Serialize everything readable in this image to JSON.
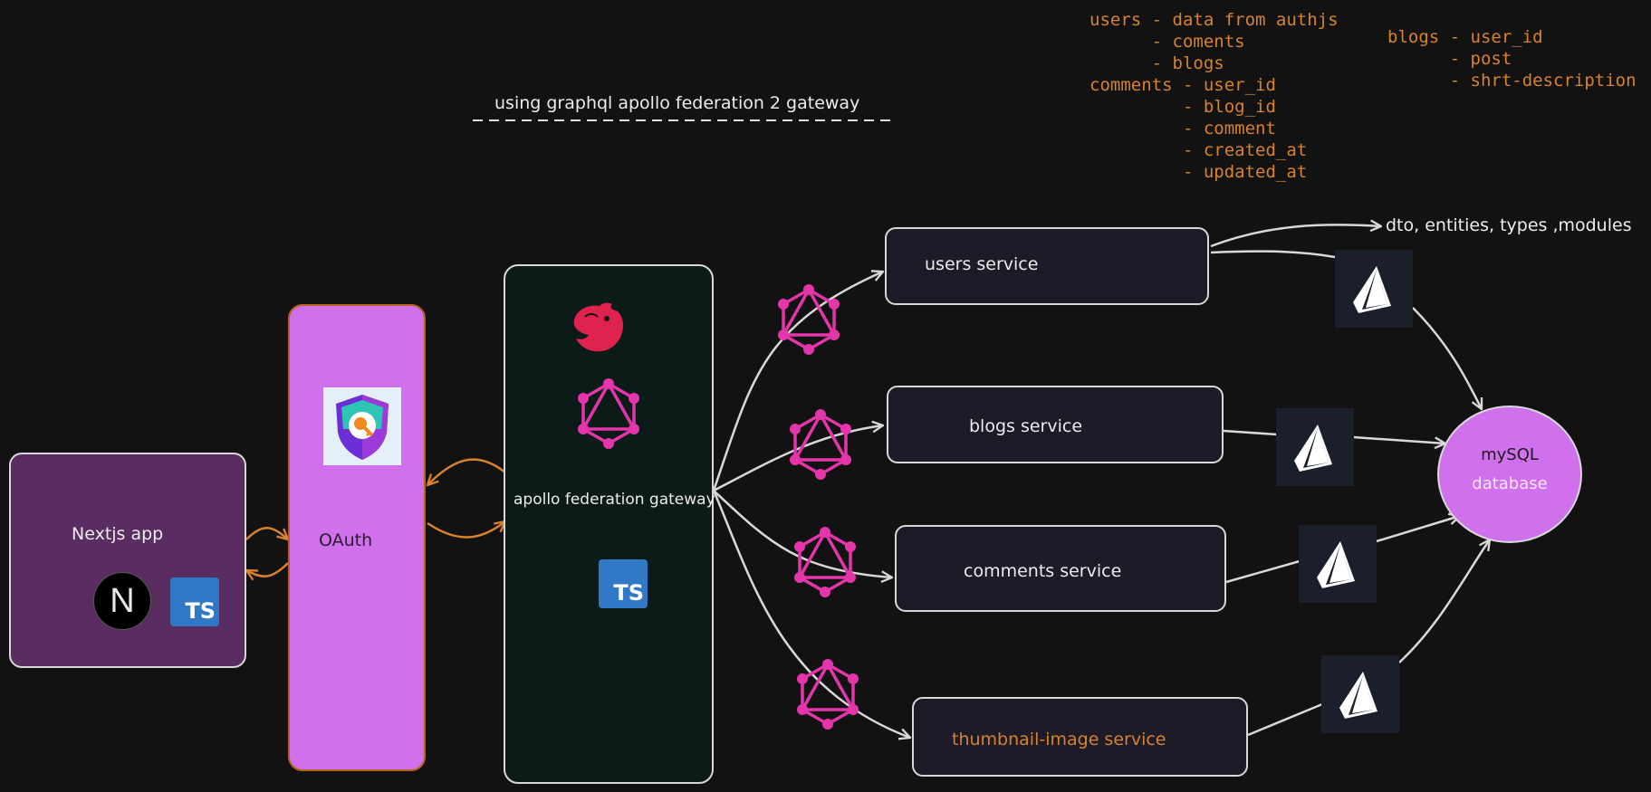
{
  "header": {
    "gateway_note": "using graphql apollo federation 2 gateway"
  },
  "schema_notes": {
    "users": "users - data from authjs\n      - coments\n      - blogs",
    "comments": "comments - user_id\n         - blog_id\n         - comment\n         - created_at\n         - updated_at",
    "blogs": "blogs - user_id\n      - post\n      - shrt-description"
  },
  "dto_note": "dto, entities, types ,modules",
  "nextjs": {
    "label": "Nextjs app",
    "next_logo": "N",
    "ts_badge": "TS"
  },
  "oauth": {
    "label": "OAuth"
  },
  "gateway": {
    "label": "apollo federation gateway",
    "ts_badge": "TS"
  },
  "services": {
    "users": "users service",
    "blogs": "blogs service",
    "comments": "comments service",
    "thumbnail": "thumbnail-image service"
  },
  "database": {
    "name": "mySQL",
    "kind": "database"
  },
  "colors": {
    "background": "#121212",
    "orange": "#d9822b",
    "graphql_pink": "#e535ab",
    "nextjs_box": "#5a2d62",
    "oauth_box": "#d070ec",
    "gateway_box": "#0c1b17",
    "service_box": "#1d1b27",
    "typescript_blue": "#3178c6",
    "nestjs_red": "#e0234e"
  },
  "icons": [
    "nextjs-icon",
    "typescript-icon",
    "oauth-shield-key-icon",
    "nestjs-icon",
    "graphql-icon",
    "prisma-icon"
  ]
}
